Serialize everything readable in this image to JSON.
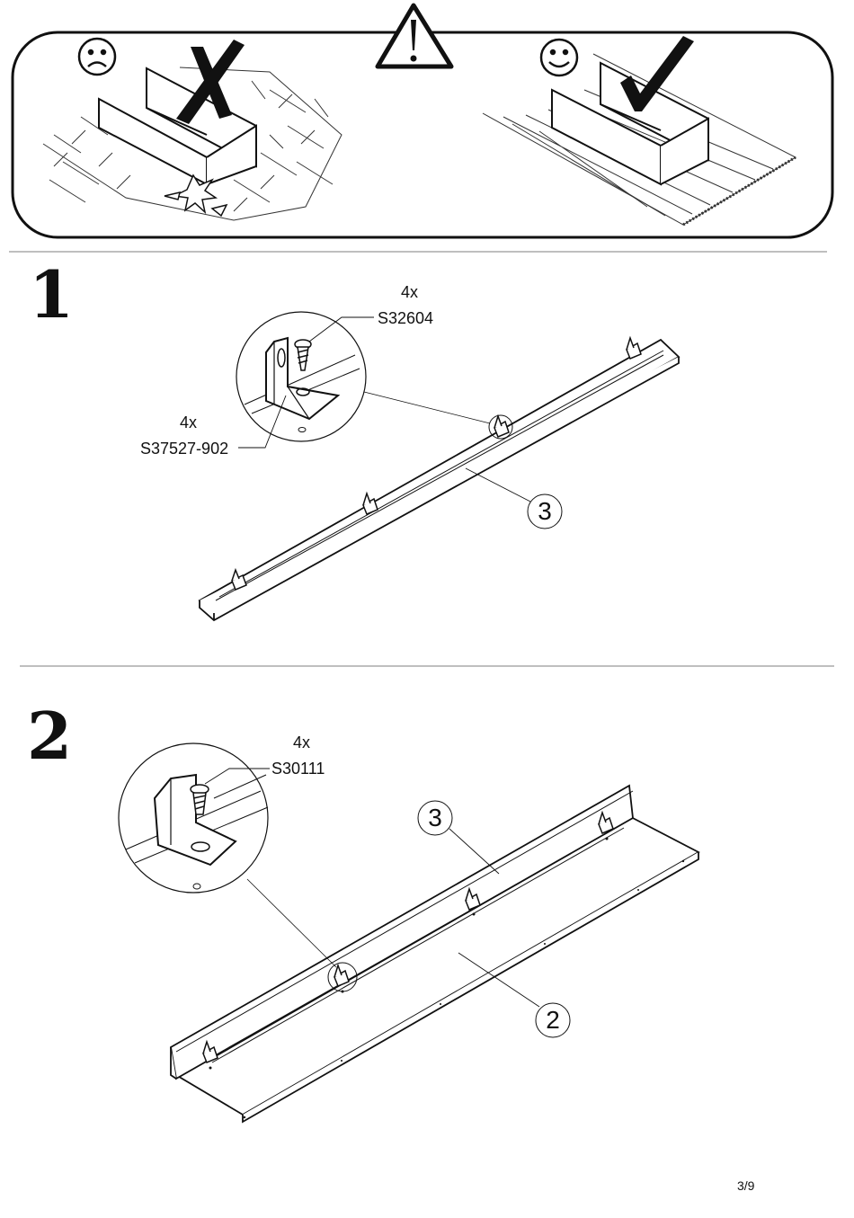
{
  "warning_panel": {
    "sad_face_icon": "sad-face-icon",
    "happy_face_icon": "happy-face-icon",
    "warning_icon": "warning-triangle-icon",
    "cross_icon": "cross-mark-icon",
    "check_icon": "check-mark-icon"
  },
  "step1": {
    "number": "1",
    "screw": {
      "qty": "4x",
      "code": "S32604"
    },
    "bracket": {
      "qty": "4x",
      "code": "S37527-902"
    },
    "part": "3"
  },
  "step2": {
    "number": "2",
    "screw": {
      "qty": "4x",
      "code": "S30111"
    },
    "part_top": "3",
    "part_bottom": "2"
  },
  "page_number": "3/9"
}
